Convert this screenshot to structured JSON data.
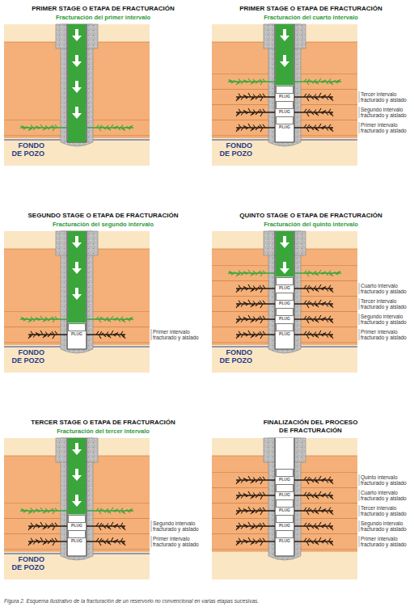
{
  "diagram": {
    "caption": "Figura 2. Esquema ilustrativo de la fracturación de un reservorio no convencional en varias etapas sucesivas.",
    "nodes": [
      {
        "text": [
          "PLUG"
        ]
      },
      {
        "text": [
          "PLUG"
        ]
      },
      {
        "text": [
          "PLUG"
        ]
      },
      {
        "text": [
          "PLUG"
        ]
      },
      {
        "text": [
          "PLUG"
        ]
      },
      {
        "text": [
          "PLUG"
        ]
      },
      {
        "text": [
          "PLUG"
        ]
      },
      {
        "text": [
          "PLUG"
        ]
      },
      {
        "text": [
          "PLUG"
        ]
      },
      {
        "text": [
          "PLUG"
        ]
      },
      {
        "text": [
          "PLUG"
        ]
      },
      {
        "text": [
          "PLUG"
        ]
      },
      {
        "text": [
          "PLUG"
        ]
      },
      {
        "text": [
          "PLUG"
        ]
      },
      {
        "text": [
          "PLUG"
        ]
      }
    ],
    "labels": [
      "PRIMER STAGE O ETAPA DE FRACTURACIÓN",
      "Fracturación del primer intervalo",
      "FONDO DE POZO",
      "PRIMER STAGE O ETAPA DE FRACTURACIÓN",
      "Fracturación del cuarto intervalo",
      "Tercer intervalo fracturado y aislado",
      "Segundo intervalo fracturado y aislado",
      "Primer intervalo fracturado y aislado",
      "FONDO DE POZO",
      "SEGUNDO STAGE O ETAPA DE FRACTURACIÓN",
      "Fracturación del segundo intervalo",
      "Primer intervalo fracturado y aislado",
      "FONDO DE POZO",
      "QUINTO STAGE O ETAPA DE FRACTURACIÓN",
      "Fracturación del quinto intervalo",
      "Cuarto intervalo fracturado y aislado",
      "Tercer intervalo fracturado y aislado",
      "Segundo intervalo fracturado y aislado",
      "Primer intervalo fracturado y aislado",
      "FONDO DE POZO",
      "TERCER STAGE O ETAPA DE FRACTURACIÓN",
      "Fracturación del tercer intervalo",
      "Segundo intervalo fracturado y aislado",
      "Primer intervalo fracturado y aislado",
      "FONDO DE POZO",
      "FINALIZACIÓN DEL PROCESO DE FRACTURACIÓN",
      "Quinto intervalo fracturado y aislado",
      "Cuarto intervalo fracturado y aislado",
      "Tercer intervalo fracturado y aislado",
      "Segundo intervalo fracturado y aislado",
      "Primer intervalo fracturado y aislado"
    ]
  }
}
